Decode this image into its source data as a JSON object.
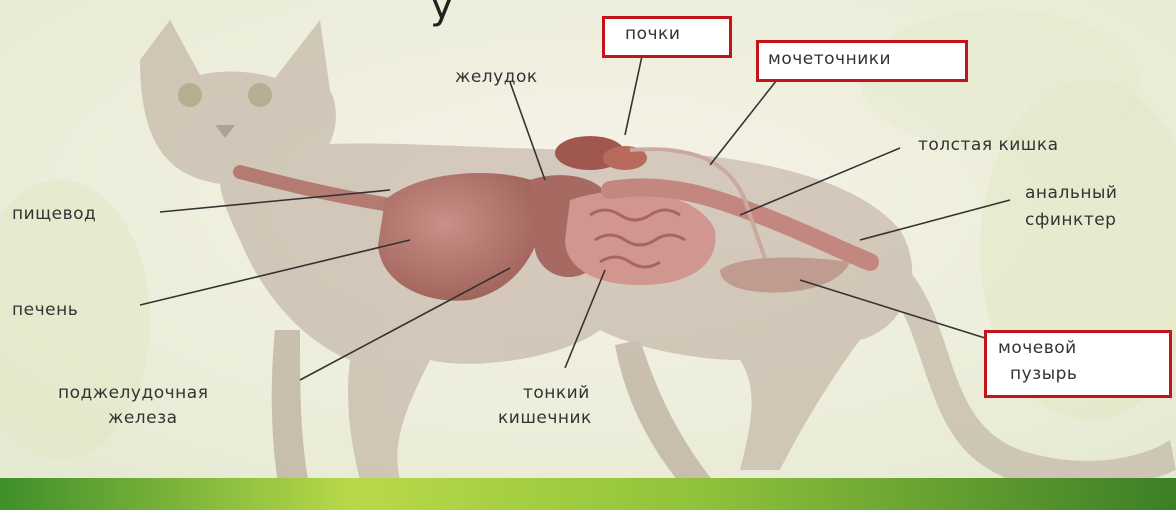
{
  "diagram": {
    "title_fragment": "у",
    "labels": {
      "pochki": "почки",
      "zheludok": "желудок",
      "mochetochniki": "мочеточники",
      "tolstaya_kishka": "толстая кишка",
      "pishchevod": "пищевод",
      "analny_1": "анальный",
      "analny_2": "сфинктер",
      "pechen": "печень",
      "mochevoy_1": "мочевой",
      "mochevoy_2": "пузырь",
      "podzhel_1": "поджелудочная",
      "podzhel_2": "железа",
      "tonkiy_1": "тонкий",
      "tonkiy_2": "кишечник"
    },
    "highlighted": [
      "почки",
      "мочеточники",
      "мочевой пузырь"
    ],
    "colors": {
      "highlight_border": "#c4141b",
      "cat_body": "#cdbfb3",
      "organ": "#b47b72",
      "ground_bar": "#8fc23b"
    }
  }
}
